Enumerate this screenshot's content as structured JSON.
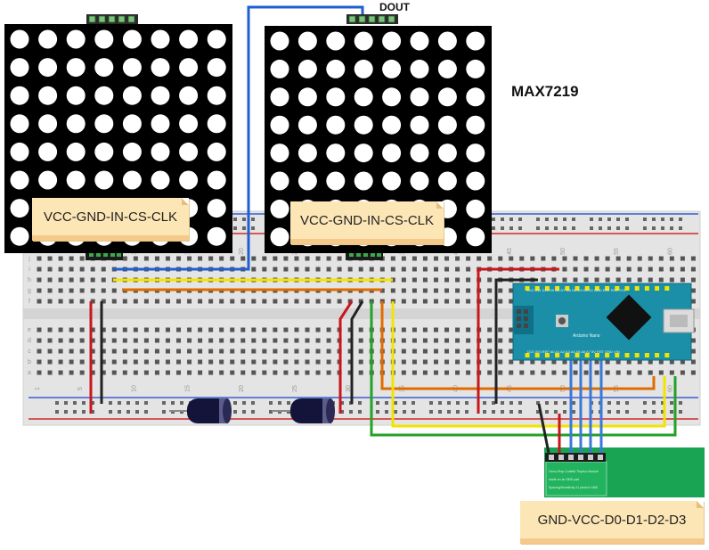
{
  "labels": {
    "chip": "MAX7219",
    "dout": "DOUT",
    "matrix_left_pins": "VCC-GND-IN-CS-CLK",
    "matrix_right_pins": "VCC-GND-IN-CS-CLK",
    "receiver_pins": "GND-VCC-D0-D1-D2-D3"
  },
  "board": {
    "title": "Arduino Nano",
    "silk_top": "D12 D11 D10 D9 D8 D7 D6 D5 D4 D3 D2 GND RST RX0 TX1",
    "silk_bottom": "D13 3V3 REF A0 A1 A2 A3 A4 A5 A6 A7 5V RST GND VIN"
  },
  "breadboard": {
    "column_numbers": [
      "1",
      "5",
      "10",
      "15",
      "20",
      "25",
      "30",
      "35",
      "40",
      "45",
      "50",
      "55",
      "60"
    ],
    "row_letters_top": [
      "j",
      "i",
      "h",
      "g",
      "f"
    ],
    "row_letters_bottom": [
      "e",
      "d",
      "c",
      "b",
      "a"
    ]
  },
  "colors": {
    "wire_red": "#c8161d",
    "wire_black": "#222222",
    "wire_yellow": "#f2e400",
    "wire_orange": "#e06c00",
    "wire_green": "#23a127",
    "wire_blue": "#1f5fcf",
    "board_teal": "#1b8fa8",
    "matrix_body": "#000000",
    "breadboard": "#e8e8e8",
    "rx_module": "#19a453"
  }
}
